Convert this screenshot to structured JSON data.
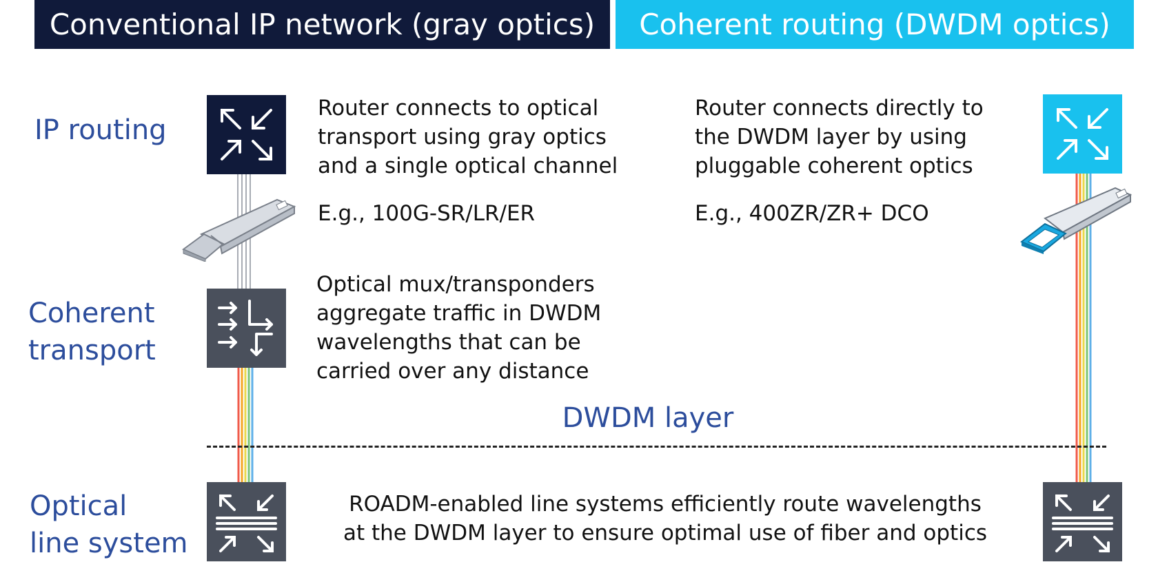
{
  "headers": {
    "left": "Conventional IP network (gray optics)",
    "right": "Coherent routing (DWDM optics)"
  },
  "layers": {
    "ip_routing": "IP routing",
    "coherent_transport": [
      "Coherent",
      "transport"
    ],
    "optical_line_system": [
      "Optical",
      "line system"
    ]
  },
  "left_ip_text": [
    "Router connects to optical",
    "transport using gray optics",
    "and a single optical channel"
  ],
  "left_example": "E.g., 100G-SR/LR/ER",
  "right_ip_text": [
    "Router connects directly to",
    "the DWDM layer by using",
    "pluggable coherent optics"
  ],
  "right_example": "E.g., 400ZR/ZR+ DCO",
  "transport_text": [
    "Optical mux/transponders",
    "aggregate traffic in DWDM",
    "wavelengths that can be",
    "carried over any distance"
  ],
  "dwdm_layer": "DWDM layer",
  "roadm_text": [
    "ROADM-enabled line systems efficiently route wavelengths",
    "at the DWDM layer to ensure optimal use of fiber and optics"
  ],
  "icons": {
    "left_router": "router-arrows-icon",
    "right_router": "router-arrows-icon",
    "transponder": "transponder-arrows-icon",
    "roadm": "roadm-icon",
    "gray_pluggable": "gray-optic-module-icon",
    "coherent_pluggable": "coherent-optic-module-icon"
  },
  "colors": {
    "navy": "#101a3a",
    "cyan": "#19c1ee",
    "gray_box": "#4a505c",
    "label_blue": "#2c4d9c",
    "fiber_red": "#f05a4a",
    "fiber_orange": "#f5a623",
    "fiber_yellow": "#e8d84a",
    "fiber_green": "#7cc576",
    "fiber_blue": "#5fb0e8",
    "gray_fiber": "#a8acb4"
  }
}
